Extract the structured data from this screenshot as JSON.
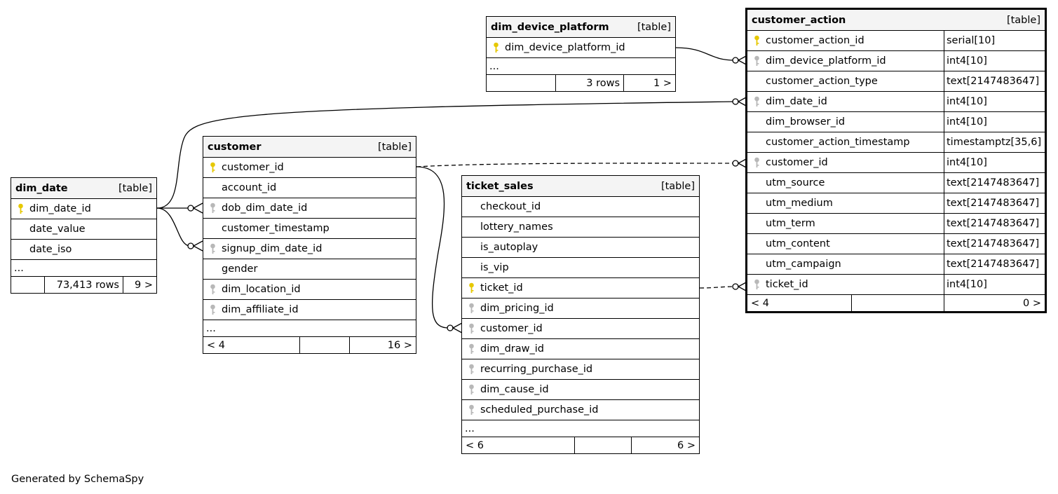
{
  "footer_note": "Generated by SchemaSpy",
  "colors": {
    "primary_key": "#e6c800",
    "foreign_key": "#b8b8b8",
    "header_bg": "#f4f4f4"
  },
  "tables": {
    "dim_device_platform": {
      "name": "dim_device_platform",
      "kind": "[table]",
      "columns": [
        {
          "name": "dim_device_platform_id",
          "key": "primary"
        }
      ],
      "ellipsis": "...",
      "footer": [
        "",
        "3 rows",
        "1 >"
      ]
    },
    "customer_action": {
      "name": "customer_action",
      "kind": "[table]",
      "columns": [
        {
          "name": "customer_action_id",
          "type": "serial[10]",
          "key": "primary"
        },
        {
          "name": "dim_device_platform_id",
          "type": "int4[10]",
          "key": "foreign"
        },
        {
          "name": "customer_action_type",
          "type": "text[2147483647]",
          "key": "none"
        },
        {
          "name": "dim_date_id",
          "type": "int4[10]",
          "key": "foreign"
        },
        {
          "name": "dim_browser_id",
          "type": "int4[10]",
          "key": "none"
        },
        {
          "name": "customer_action_timestamp",
          "type": "timestamptz[35,6]",
          "key": "none"
        },
        {
          "name": "customer_id",
          "type": "int4[10]",
          "key": "foreign"
        },
        {
          "name": "utm_source",
          "type": "text[2147483647]",
          "key": "none"
        },
        {
          "name": "utm_medium",
          "type": "text[2147483647]",
          "key": "none"
        },
        {
          "name": "utm_term",
          "type": "text[2147483647]",
          "key": "none"
        },
        {
          "name": "utm_content",
          "type": "text[2147483647]",
          "key": "none"
        },
        {
          "name": "utm_campaign",
          "type": "text[2147483647]",
          "key": "none"
        },
        {
          "name": "ticket_id",
          "type": "int4[10]",
          "key": "foreign"
        }
      ],
      "footer": [
        "< 4",
        "",
        "0 >"
      ]
    },
    "customer": {
      "name": "customer",
      "kind": "[table]",
      "columns": [
        {
          "name": "customer_id",
          "key": "primary"
        },
        {
          "name": "account_id",
          "key": "none"
        },
        {
          "name": "dob_dim_date_id",
          "key": "foreign"
        },
        {
          "name": "customer_timestamp",
          "key": "none"
        },
        {
          "name": "signup_dim_date_id",
          "key": "foreign"
        },
        {
          "name": "gender",
          "key": "none"
        },
        {
          "name": "dim_location_id",
          "key": "foreign"
        },
        {
          "name": "dim_affiliate_id",
          "key": "foreign"
        }
      ],
      "ellipsis": "...",
      "footer": [
        "< 4",
        "",
        "16 >"
      ]
    },
    "dim_date": {
      "name": "dim_date",
      "kind": "[table]",
      "columns": [
        {
          "name": "dim_date_id",
          "key": "primary"
        },
        {
          "name": "date_value",
          "key": "none"
        },
        {
          "name": "date_iso",
          "key": "none"
        }
      ],
      "ellipsis": "...",
      "footer": [
        "",
        "73,413 rows",
        "9 >"
      ]
    },
    "ticket_sales": {
      "name": "ticket_sales",
      "kind": "[table]",
      "columns": [
        {
          "name": "checkout_id",
          "key": "none"
        },
        {
          "name": "lottery_names",
          "key": "none"
        },
        {
          "name": "is_autoplay",
          "key": "none"
        },
        {
          "name": "is_vip",
          "key": "none"
        },
        {
          "name": "ticket_id",
          "key": "primary"
        },
        {
          "name": "dim_pricing_id",
          "key": "foreign"
        },
        {
          "name": "customer_id",
          "key": "foreign"
        },
        {
          "name": "dim_draw_id",
          "key": "foreign"
        },
        {
          "name": "recurring_purchase_id",
          "key": "foreign"
        },
        {
          "name": "dim_cause_id",
          "key": "foreign"
        },
        {
          "name": "scheduled_purchase_id",
          "key": "foreign"
        }
      ],
      "ellipsis": "...",
      "footer": [
        "< 6",
        "",
        "6 >"
      ]
    }
  }
}
